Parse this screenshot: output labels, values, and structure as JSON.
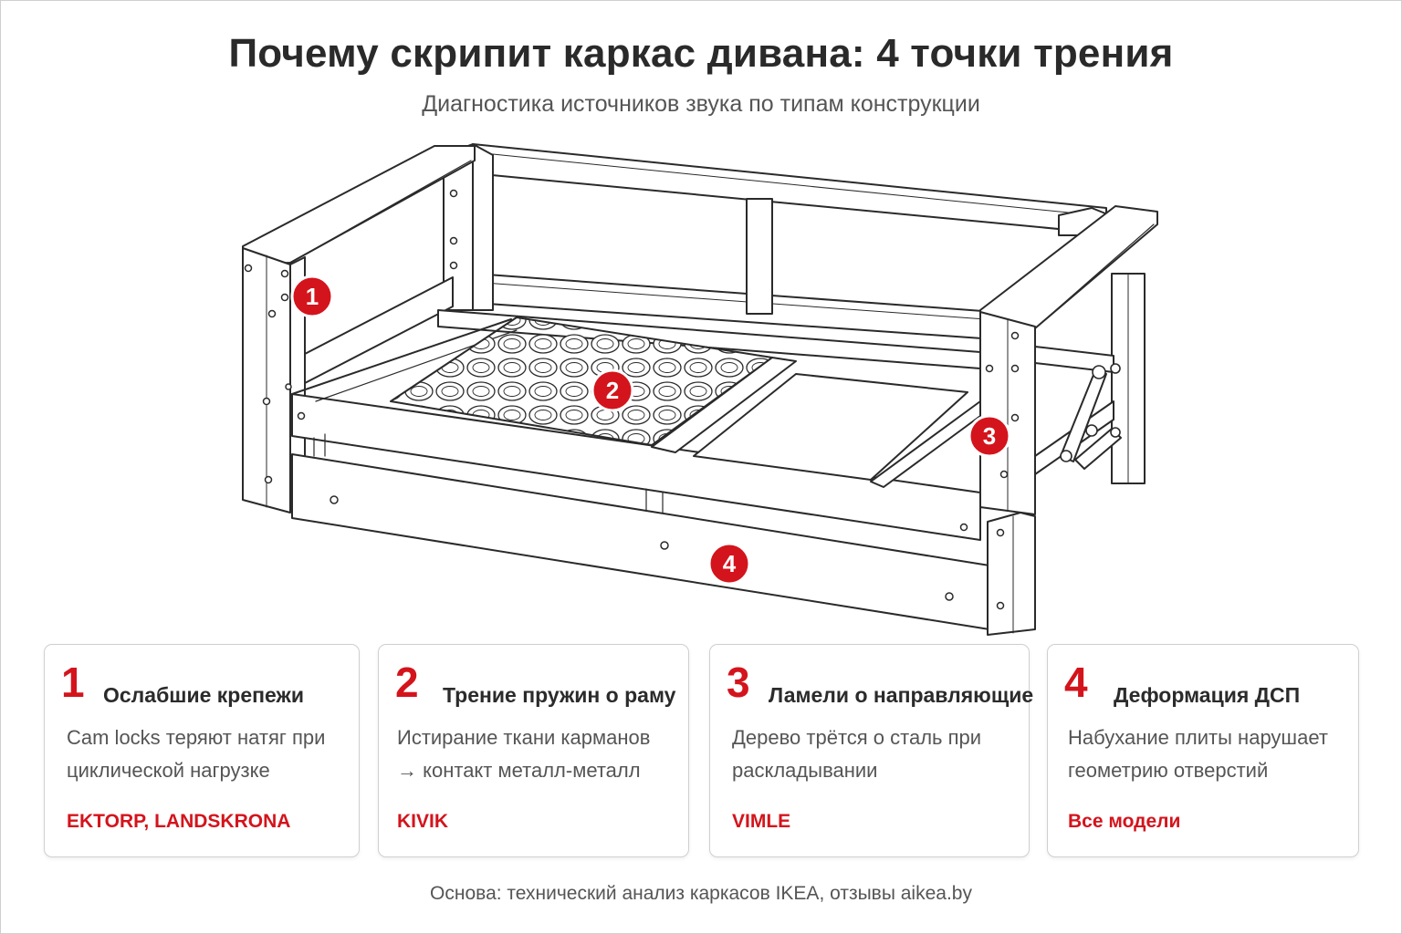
{
  "header": {
    "title": "Почему скрипит каркас дивана: 4 точки трения",
    "subtitle": "Диагностика источников звука по типам конструкции"
  },
  "markers": [
    {
      "number": "1"
    },
    {
      "number": "2"
    },
    {
      "number": "3"
    },
    {
      "number": "4"
    }
  ],
  "cards": [
    {
      "number": "1",
      "title": "Ослабшие крепежи",
      "description": "Cam locks теряют натяг при циклической нагрузке",
      "models": "EKTORP, LANDSKRONA"
    },
    {
      "number": "2",
      "title": "Трение пружин о раму",
      "description": "Истирание ткани карманов → контакт металл-металл",
      "models": "KIVIK"
    },
    {
      "number": "3",
      "title": "Ламели о направляющие",
      "description": "Дерево трётся о сталь при раскладывании",
      "models": "VIMLE"
    },
    {
      "number": "4",
      "title": "Деформация ДСП",
      "description": "Набухание плиты нарушает геометрию отверстий",
      "models": "Все модели"
    }
  ],
  "footer": {
    "text": "Основа: технический анализ каркасов IKEA, отзывы aikea.by"
  },
  "colors": {
    "accent": "#d4141c",
    "text": "#2b2b2b",
    "muted": "#555555",
    "border": "#cfcfcf"
  }
}
